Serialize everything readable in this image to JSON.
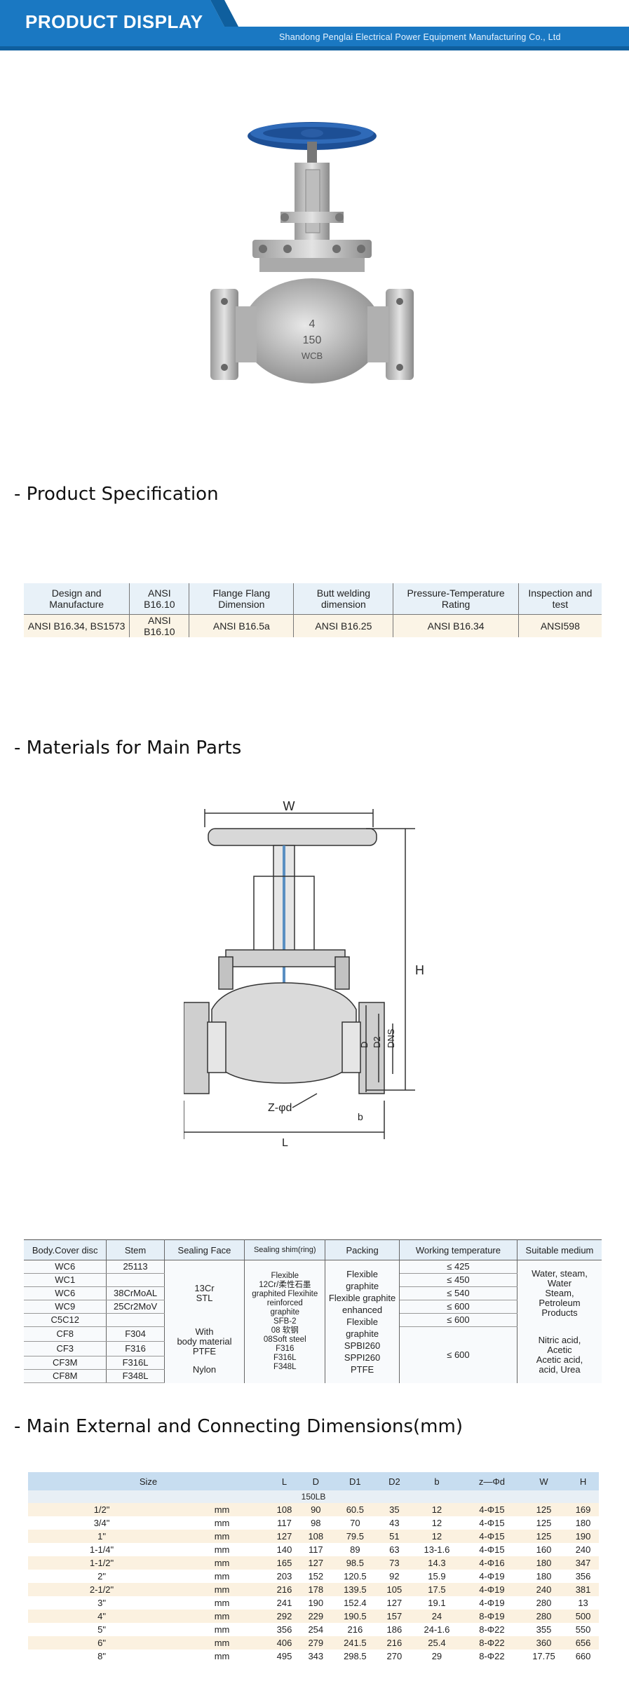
{
  "header": {
    "title": "PRODUCT DISPLAY",
    "company": "Shandong Penglai Electrical Power Equipment Manufacturing Co., Ltd",
    "bar_color": "#1a78c2"
  },
  "sections": {
    "spec": "- Product Specification",
    "materials": "- Materials for Main Parts",
    "dimensions": "- Main External and Connecting Dimensions(mm)"
  },
  "product_image": {
    "body_markings": [
      "4",
      "150",
      "WCB"
    ]
  },
  "spec_table": {
    "headers": [
      "Design and Manufacture",
      "ANSI B16.10",
      "Flange Flang Dimension",
      "Butt welding dimension",
      "Pressure-Temperature Rating",
      "Inspection and test"
    ],
    "row": [
      "ANSI B16.34, BS1573",
      "ANSI B16.10",
      "ANSI B16.5a",
      "ANSI B16.25",
      "ANSI B16.34",
      "ANSI598"
    ]
  },
  "diagram": {
    "labels": {
      "w": "W",
      "h": "H",
      "dns": "DNS",
      "d2": "D2",
      "d": "D",
      "zd": "Z-φd",
      "b": "b",
      "l": "L"
    }
  },
  "materials_table": {
    "headers": [
      "Body.Cover disc",
      "Stem",
      "Sealing Face",
      "Sealing shim(ring)",
      "Packing",
      "Working temperature",
      "Suitable medium"
    ],
    "body": [
      "WC6",
      "WC1",
      "WC6",
      "WC9",
      "C5C12",
      "CF8",
      "CF3",
      "CF3M",
      "CF8M"
    ],
    "stem": [
      "25113",
      "",
      "38CrMoAL",
      "25Cr2MoV",
      "",
      "F304",
      "F316",
      "F316L",
      "F348L"
    ],
    "sealing_face_a": "13Cr\nSTL",
    "sealing_face_b": "With\nbody material\nPTFE",
    "sealing_face_c": "Nylon",
    "shim": "Flexible\n12Cr/柔性石墨\ngraphited Flexihite\nreinforced\ngraphite\nSFB-2\n08 软钢\n08Soft steel\nF316\nF316L\nF348L",
    "packing": "Flexible\ngraphite\nFlexible graphite\nenhanced\nFlexible\ngraphite\nSPBI260\nSPPI260\nPTFE",
    "temps": [
      "≤ 425",
      "≤ 450",
      "≤ 540",
      "≤ 600",
      "≤ 600",
      "≤ 600"
    ],
    "medium_a": "Water, steam,\nWater\nSteam,\nPetroleum\nProducts",
    "medium_b": "Nitric acid,\nAcetic\nAcetic acid,\nacid, Urea"
  },
  "dimensions_table": {
    "headers": [
      "Size",
      "L",
      "D",
      "D1",
      "D2",
      "b",
      "z—Φd",
      "W",
      "H"
    ],
    "class_label": "150LB",
    "rows": [
      [
        "1/2\"",
        "mm",
        "108",
        "90",
        "60.5",
        "35",
        "12",
        "4-Φ15",
        "125",
        "169"
      ],
      [
        "3/4\"",
        "mm",
        "117",
        "98",
        "70",
        "43",
        "12",
        "4-Φ15",
        "125",
        "180"
      ],
      [
        "1\"",
        "mm",
        "127",
        "108",
        "79.5",
        "51",
        "12",
        "4-Φ15",
        "125",
        "190"
      ],
      [
        "1-1/4\"",
        "mm",
        "140",
        "117",
        "89",
        "63",
        "13-1.6",
        "4-Φ15",
        "160",
        "240"
      ],
      [
        "1-1/2\"",
        "mm",
        "165",
        "127",
        "98.5",
        "73",
        "14.3",
        "4-Φ16",
        "180",
        "347"
      ],
      [
        "2\"",
        "mm",
        "203",
        "152",
        "120.5",
        "92",
        "15.9",
        "4-Φ19",
        "180",
        "356"
      ],
      [
        "2-1/2\"",
        "mm",
        "216",
        "178",
        "139.5",
        "105",
        "17.5",
        "4-Φ19",
        "240",
        "381"
      ],
      [
        "3\"",
        "mm",
        "241",
        "190",
        "152.4",
        "127",
        "19.1",
        "4-Φ19",
        "280",
        "13"
      ],
      [
        "4\"",
        "mm",
        "292",
        "229",
        "190.5",
        "157",
        "24",
        "8-Φ19",
        "280",
        "500"
      ],
      [
        "5\"",
        "mm",
        "356",
        "254",
        "216",
        "186",
        "24-1.6",
        "8-Φ22",
        "355",
        "550"
      ],
      [
        "6\"",
        "mm",
        "406",
        "279",
        "241.5",
        "216",
        "25.4",
        "8-Φ22",
        "360",
        "656"
      ],
      [
        "8\"",
        "mm",
        "495",
        "343",
        "298.5",
        "270",
        "29",
        "8-Φ22",
        "17.75",
        "660"
      ]
    ]
  }
}
